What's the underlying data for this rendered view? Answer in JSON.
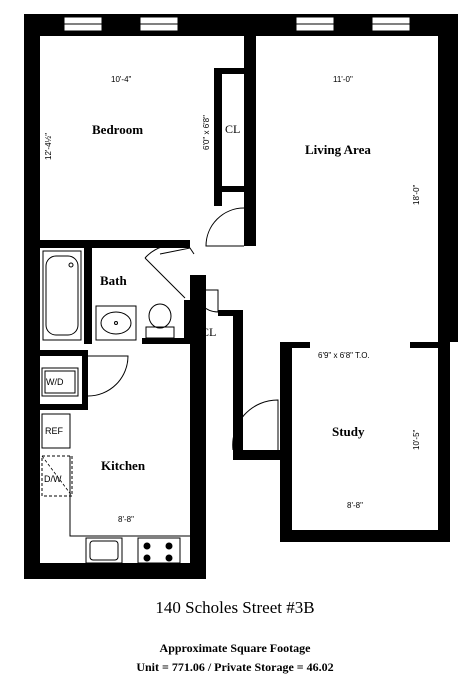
{
  "rooms": {
    "bedroom": "Bedroom",
    "living": "Living Area",
    "bath": "Bath",
    "kitchen": "Kitchen",
    "study": "Study",
    "closet_upper": "CL",
    "closet_lower": "CL"
  },
  "fixtures": {
    "washer_dryer": "W/D",
    "refrigerator": "REF",
    "dishwasher": "D/W"
  },
  "dimensions": {
    "bedroom_width": "10'-4\"",
    "bedroom_depth": "12'-4½\"",
    "closet": "6'0\" x 6'8\"",
    "living_width": "11'-0\"",
    "living_depth": "18'-0\"",
    "study_top": "6'9\" x 6'8\" T.O.",
    "study_depth": "10'-5\"",
    "study_width": "8'-8\"",
    "kitchen_width": "8'-8\""
  },
  "footer": {
    "title": "140 Scholes Street #3B",
    "sqft_heading": "Approximate Square Footage",
    "sqft_values": "Unit = 771.06 / Private Storage = 46.02"
  }
}
